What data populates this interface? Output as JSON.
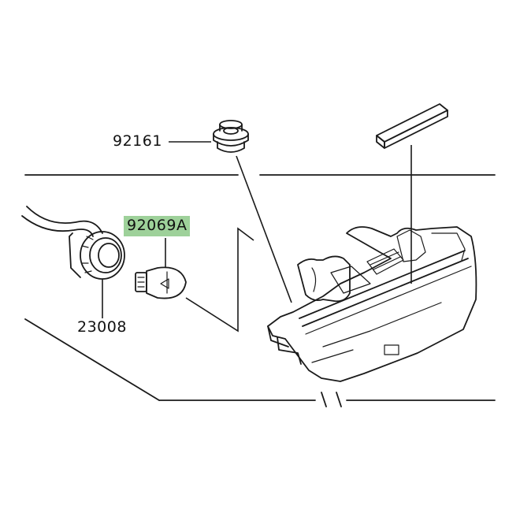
{
  "parts": {
    "grommet": {
      "number": "92161"
    },
    "bulb": {
      "number": "92069A",
      "highlight_color": "#9ed19a"
    },
    "socket": {
      "number": "23008"
    }
  }
}
